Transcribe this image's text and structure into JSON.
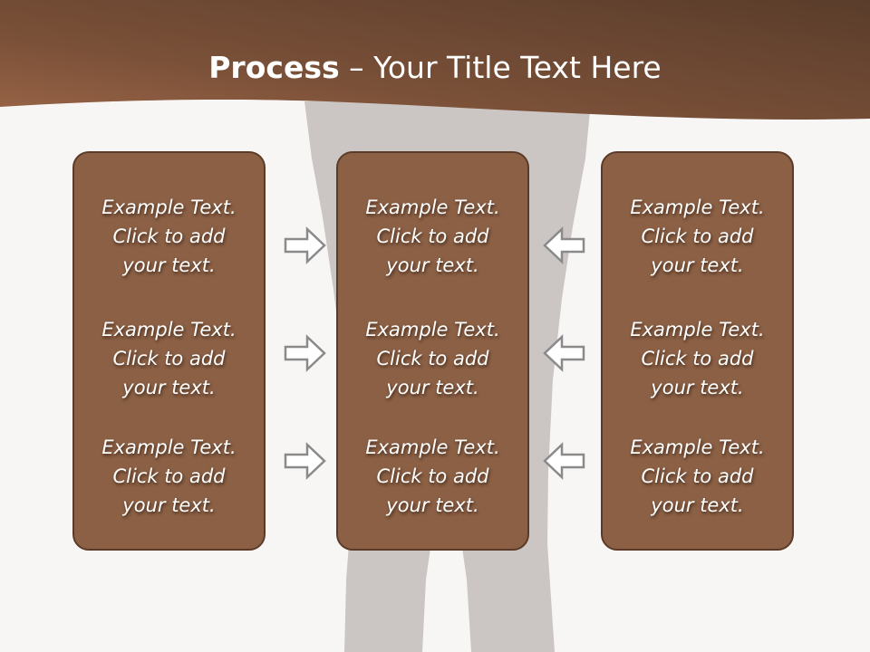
{
  "slide": {
    "title_bold": "Process",
    "title_separator": " – ",
    "title_rest": "Your Title Text Here"
  },
  "boxes": [
    {
      "items": [
        {
          "line1": "Example Text.",
          "line2": "Click  to add",
          "line3": "your text."
        },
        {
          "line1": "Example Text.",
          "line2": "Click  to add",
          "line3": "your text."
        },
        {
          "line1": "Example Text.",
          "line2": "Click  to add",
          "line3": "your text."
        }
      ]
    },
    {
      "items": [
        {
          "line1": "Example Text.",
          "line2": "Click  to add",
          "line3": "your text."
        },
        {
          "line1": "Example Text.",
          "line2": "Click  to add",
          "line3": "your text."
        },
        {
          "line1": "Example Text.",
          "line2": "Click  to add",
          "line3": "your text."
        }
      ]
    },
    {
      "items": [
        {
          "line1": "Example Text.",
          "line2": "Click  to add",
          "line3": "your text."
        },
        {
          "line1": "Example Text.",
          "line2": "Click  to add",
          "line3": "your text."
        },
        {
          "line1": "Example Text.",
          "line2": "Click  to add",
          "line3": "your text."
        }
      ]
    }
  ],
  "arrows": {
    "left_column": [
      "arrow-right-icon",
      "arrow-right-icon",
      "arrow-right-icon"
    ],
    "right_column": [
      "arrow-left-icon",
      "arrow-left-icon",
      "arrow-left-icon"
    ]
  },
  "colors": {
    "header_dark": "#5a3d2b",
    "header_light": "#9a6547",
    "box_fill": "#8b6045",
    "box_border": "#5b3b28",
    "silhouette": "#cbc6c3",
    "background": "#f8f6f5"
  }
}
